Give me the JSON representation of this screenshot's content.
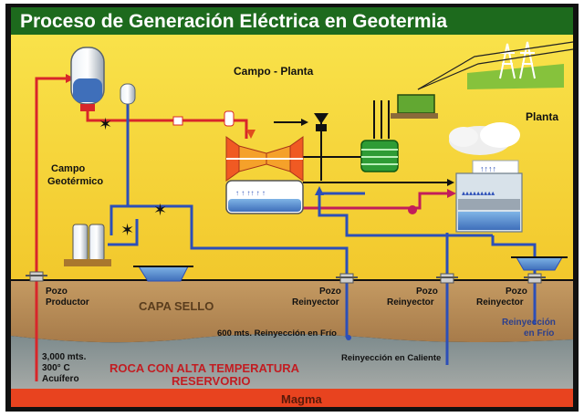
{
  "title": "Proceso de Generación Eléctrica en Geotermia",
  "labels": {
    "campo_planta": "Campo - Planta",
    "planta": "Planta",
    "campo_geotermico_1": "Campo",
    "campo_geotermico_2": "Geotérmico",
    "pozo_productor_1": "Pozo",
    "pozo_productor_2": "Productor",
    "pozo_reinyector_a_1": "Pozo",
    "pozo_reinyector_a_2": "Reinyector",
    "pozo_reinyector_b_1": "Pozo",
    "pozo_reinyector_b_2": "Reinyector",
    "pozo_reinyector_c_1": "Pozo",
    "pozo_reinyector_c_2": "Reinyector",
    "capa_sello": "CAPA SELLO",
    "reinyeccion_frio_600": "600 mts. Reinyección en Frío",
    "reinyeccion_caliente": "Reinyección en Caliente",
    "reinyeccion_frio_1": "Reinyección",
    "reinyeccion_frio_2": "en Frío",
    "profundidad_1": "3,000 mts.",
    "profundidad_2": "300° C",
    "profundidad_3": "Acuífero",
    "roca_1": "ROCA CON ALTA TEMPERATURA",
    "roca_2": "RESERVORIO",
    "magma": "Magma"
  },
  "colors": {
    "background": "#f7e04a",
    "title_bar": "#1d6a1d",
    "steam_line": "#d8262a",
    "cold_line": "#2c4fb8",
    "magma": "#e8431f",
    "earth": "#b8925c",
    "rock": "#8a8f8f"
  }
}
